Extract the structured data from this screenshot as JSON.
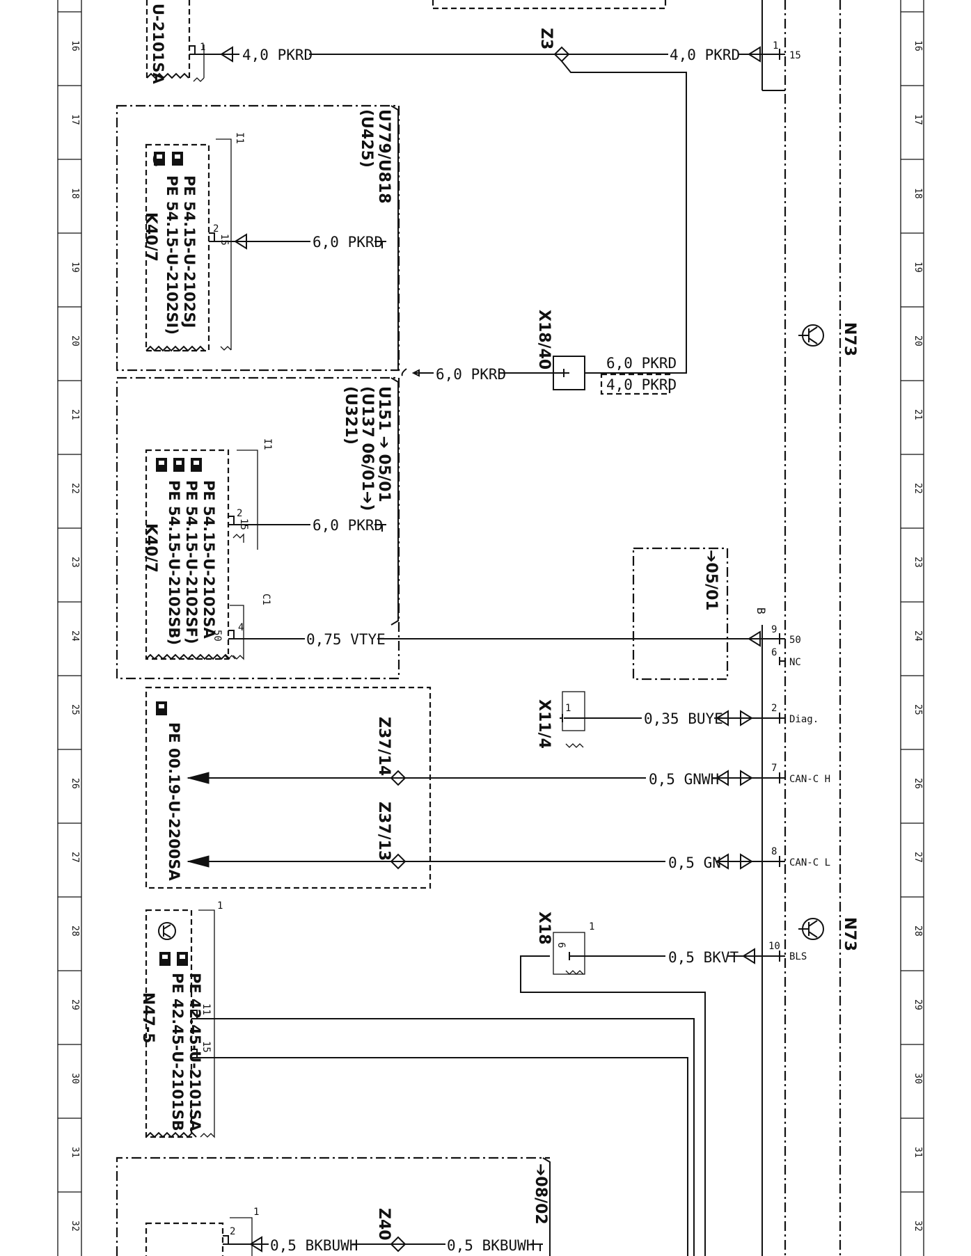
{
  "grid": {
    "rows": [
      "16",
      "17",
      "18",
      "19",
      "20",
      "21",
      "22",
      "23",
      "24",
      "25",
      "26",
      "27",
      "28",
      "29",
      "30",
      "31",
      "32"
    ]
  },
  "components": {
    "n73": "N73",
    "k40_7": "K40/7",
    "n47_5": "N47-5",
    "x18_40": "X18/40",
    "x11_4": "X11/4",
    "x18": "X18",
    "z3": "Z3",
    "z37_14": "Z37/14",
    "z37_13": "Z37/13",
    "z40": "Z40",
    "top_left_ref": "U-2101SA"
  },
  "variants": {
    "u779": "U779/U818",
    "u425": "(U425)",
    "u151": "U151 ➔ 05/01",
    "u137": "(U137 06/01➔)",
    "u321": "(U321)",
    "from_0501": "➔05/01",
    "from_0802": "➔08/02"
  },
  "refs": {
    "k40_upper_1": "PE  54.15-U-2102SJ",
    "k40_upper_2": "PE  54.15-U-2102SI)",
    "k40_lower_1": "PE  54.15-U-2102SA",
    "k40_lower_2": "PE  54.15-U-2102SF)",
    "k40_lower_3": "PE  54.15-U-2102SB)",
    "can_ref": "PE  00.19-U-2200SA",
    "n47_1": "PE  42.45-U-2101SA",
    "n47_2": "PE  42.45-U-2101SB"
  },
  "wires": {
    "pkrd40": "4,0 PKRD",
    "pkrd60": "6,0 PKRD",
    "vtye": "0,75 VTYE",
    "buye": "0,35 BUYE",
    "gnwh": "0,5 GNWH",
    "gn": "0,5 GN",
    "bkvt": "0,5 BKVT",
    "bkbuwh": "0,5 BKBUWH"
  },
  "pins": {
    "n73_15": "15",
    "n73_50": "50",
    "n73_nc": "NC",
    "n73_diag": "Diag.",
    "n73_canh": "CAN-C H",
    "n73_canl": "CAN-C L",
    "n73_bls": "BLS",
    "n73_b": "B",
    "p1": "1",
    "p2": "2",
    "p4": "4",
    "p6": "6",
    "p7": "7",
    "p8": "8",
    "p9": "9",
    "p10": "10",
    "p11": "11",
    "p15": "15",
    "p50": "50",
    "i1": "I1",
    "c1": "C1"
  }
}
